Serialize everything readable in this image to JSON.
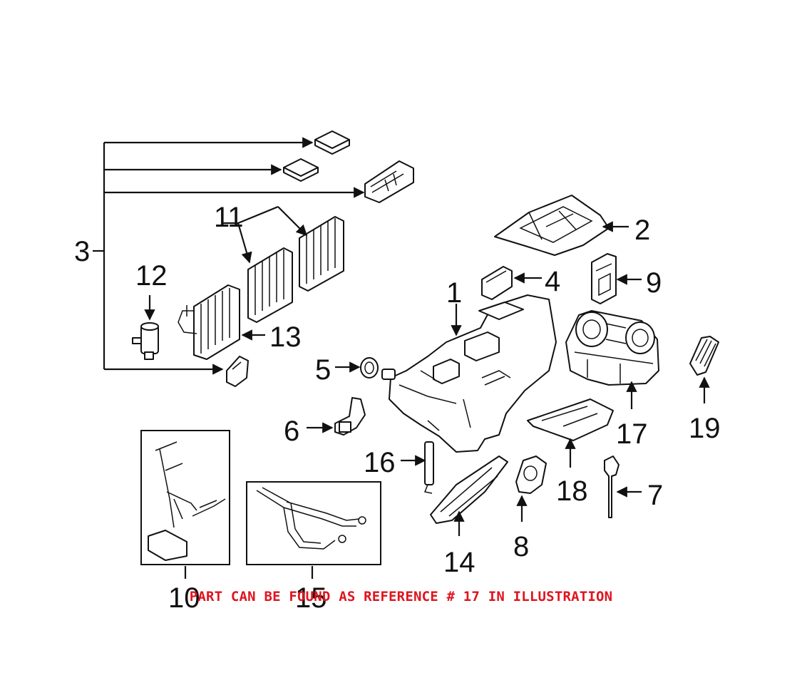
{
  "callouts": [
    "1",
    "2",
    "3",
    "4",
    "5",
    "6",
    "7",
    "8",
    "9",
    "10",
    "11",
    "12",
    "13",
    "14",
    "15",
    "16",
    "17",
    "18",
    "19"
  ],
  "notice": {
    "text": "PART CAN BE FOUND AS REFERENCE # 17 IN ILLUSTRATION",
    "color": "#e0141e"
  },
  "colors": {
    "line": "#111111",
    "background": "#ffffff"
  }
}
